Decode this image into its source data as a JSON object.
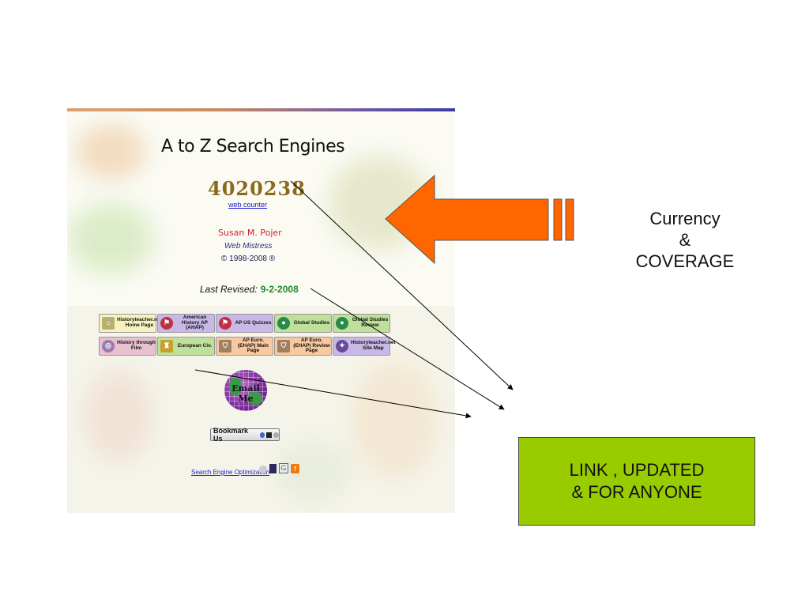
{
  "website_screenshot": {
    "title": "A to Z Search Engines",
    "counter_value": "4020238",
    "counter_link": "web counter",
    "author": "Susan M. Pojer",
    "role": "Web Mistress",
    "copyright": "© 1998-2008 ®",
    "revised_label": "Last Revised:",
    "revised_date": "9-2-2008",
    "nav_buttons": [
      {
        "label": "Historyteacher.net Home Page",
        "color": "#f6f2c0"
      },
      {
        "label": "American History AP (AHAP)",
        "color": "#c8b8e8"
      },
      {
        "label": "AP US Quizzes",
        "color": "#c8b8e8"
      },
      {
        "label": "Global Studies",
        "color": "#bfe09a"
      },
      {
        "label": "Global Studies Review",
        "color": "#bfe09a"
      },
      {
        "label": "History through Film",
        "color": "#e8c0d0"
      },
      {
        "label": "European Civ.",
        "color": "#bfe09a"
      },
      {
        "label": "AP Euro. (EHAP) Main Page",
        "color": "#f8c8a0"
      },
      {
        "label": "AP Euro. (EHAP) Review Page",
        "color": "#f8c8a0"
      },
      {
        "label": "Historyteacher.net Site Map",
        "color": "#c8b8e8"
      }
    ],
    "email_text": "Email Me",
    "bookmark_label": "Bookmark Us",
    "seo_link": "Search Engine Optimization"
  },
  "annotation": {
    "currency_lines": [
      "Currency",
      "&",
      "COVERAGE"
    ],
    "box_lines": [
      "LINK , UPDATED",
      "& FOR ANYONE"
    ],
    "arrow_color": "#ff6600",
    "box_color": "#99cc00"
  }
}
